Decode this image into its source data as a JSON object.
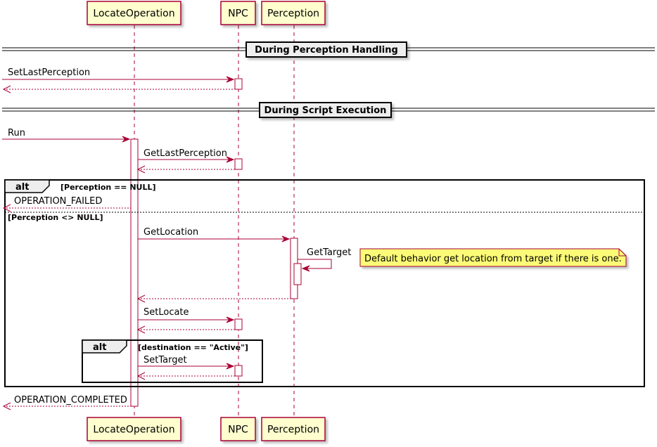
{
  "participants": [
    {
      "id": "locate",
      "label": "LocateOperation"
    },
    {
      "id": "npc",
      "label": "NPC"
    },
    {
      "id": "perception",
      "label": "Perception"
    }
  ],
  "dividers": [
    {
      "label": "During Perception Handling"
    },
    {
      "label": "During Script Execution"
    }
  ],
  "messages": [
    {
      "label": "SetLastPerception"
    },
    {
      "label": "Run"
    },
    {
      "label": "GetLastPerception"
    },
    {
      "label": "OPERATION_FAILED"
    },
    {
      "label": "GetLocation"
    },
    {
      "label": "GetTarget"
    },
    {
      "label": "SetLocate"
    },
    {
      "label": "SetTarget"
    },
    {
      "label": "OPERATION_COMPLETED"
    }
  ],
  "fragments": [
    {
      "keyword": "alt",
      "guard": "[Perception == NULL]",
      "else_guard": "[Perception <> NULL]"
    },
    {
      "keyword": "alt",
      "guard": "[destination == \"Active\"]"
    }
  ],
  "note": {
    "text": "Default behavior get location from target if there is one."
  },
  "colors": {
    "participant_fill": "#FEFECE",
    "participant_border": "#A80036",
    "arrow": "#A80036",
    "note_fill": "#FBFB77",
    "divider_fill": "#EEEEEE"
  }
}
